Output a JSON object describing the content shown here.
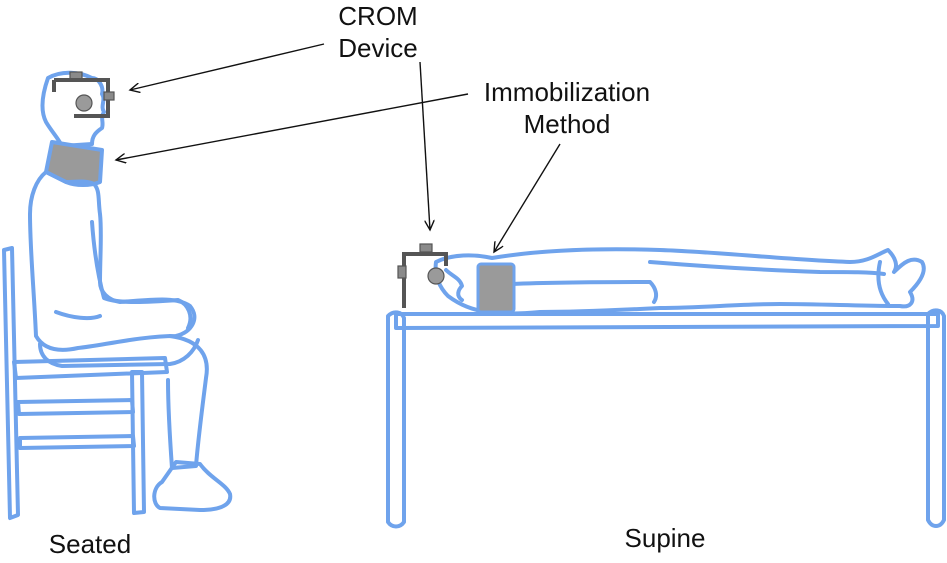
{
  "labels": {
    "crom_line1": "CROM",
    "crom_line2": "Device",
    "immob_line1": "Immobilization",
    "immob_line2": "Method",
    "seated": "Seated",
    "supine": "Supine"
  },
  "colors": {
    "figure_outline": "#6fa3ec",
    "figure_fill": "#ffffff",
    "device_frame": "#8a8a8a",
    "device_dark": "#555555",
    "collar_fill": "#9a9a9a",
    "arrow": "#111111"
  },
  "icons": [
    "crom-device-icon",
    "immobilization-collar-icon",
    "chair-icon",
    "table-icon"
  ]
}
